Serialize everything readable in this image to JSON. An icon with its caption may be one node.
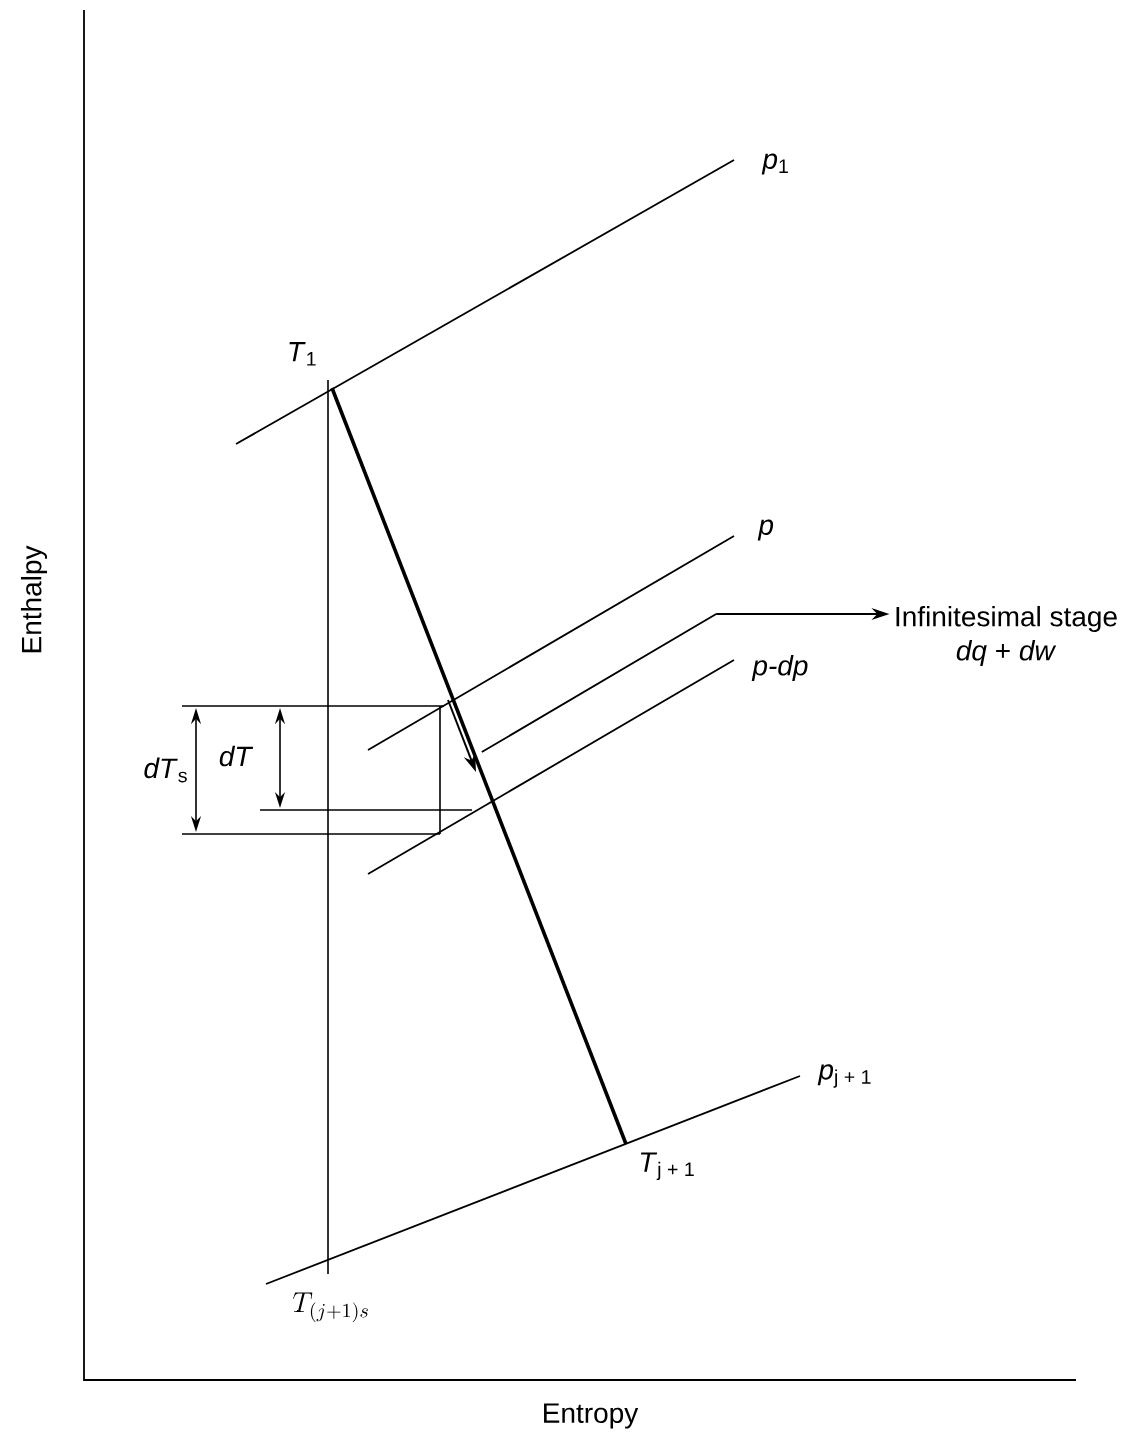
{
  "diagram": {
    "nodes": [
      {
        "text": [
          "Infinitesimal stage",
          "*dq* + *dw*"
        ]
      },
      {
        "text": [],
        "shape": "line"
      }
    ],
    "edges": [
      {
        "from": 1,
        "to": 0,
        "arrow": "to"
      }
    ],
    "labels": [
      "*p*$_{1}$",
      "*T*$_{1}$",
      "Enthalpy",
      "p",
      "p-dp",
      "*dT*$_{s}$",
      "*dT*",
      "*p*$_{j + 1}$",
      "*T*$_{j + 1}$",
      "T_{(j+1)s}",
      "Entropy"
    ]
  }
}
